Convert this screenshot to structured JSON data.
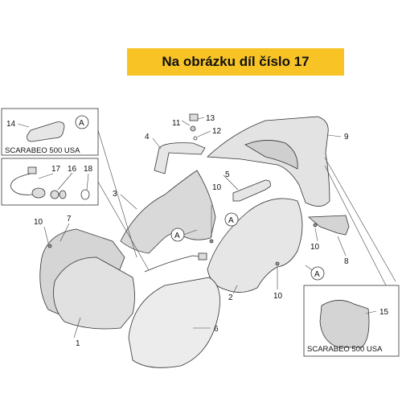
{
  "banner": {
    "text": "Na obrázku díl číslo 17",
    "color": "#f7c325"
  },
  "part_numbers": {
    "p1": "1",
    "p2": "2",
    "p3": "3",
    "p4": "4",
    "p5": "5",
    "p6": "6",
    "p7": "7",
    "p8": "8",
    "p9": "9",
    "p10a": "10",
    "p10b": "10",
    "p10c": "10",
    "p10d": "10",
    "p11": "11",
    "p12": "12",
    "p13": "13",
    "p14": "14",
    "p15": "15",
    "p16": "16",
    "p17": "17",
    "p18": "18"
  },
  "callouts": {
    "a1": "A",
    "a2": "A",
    "a3": "A",
    "a4": "A"
  },
  "inset_labels": {
    "top_left": "SCARABEO 500 USA",
    "bottom_right": "SCARABEO 500 USA"
  }
}
